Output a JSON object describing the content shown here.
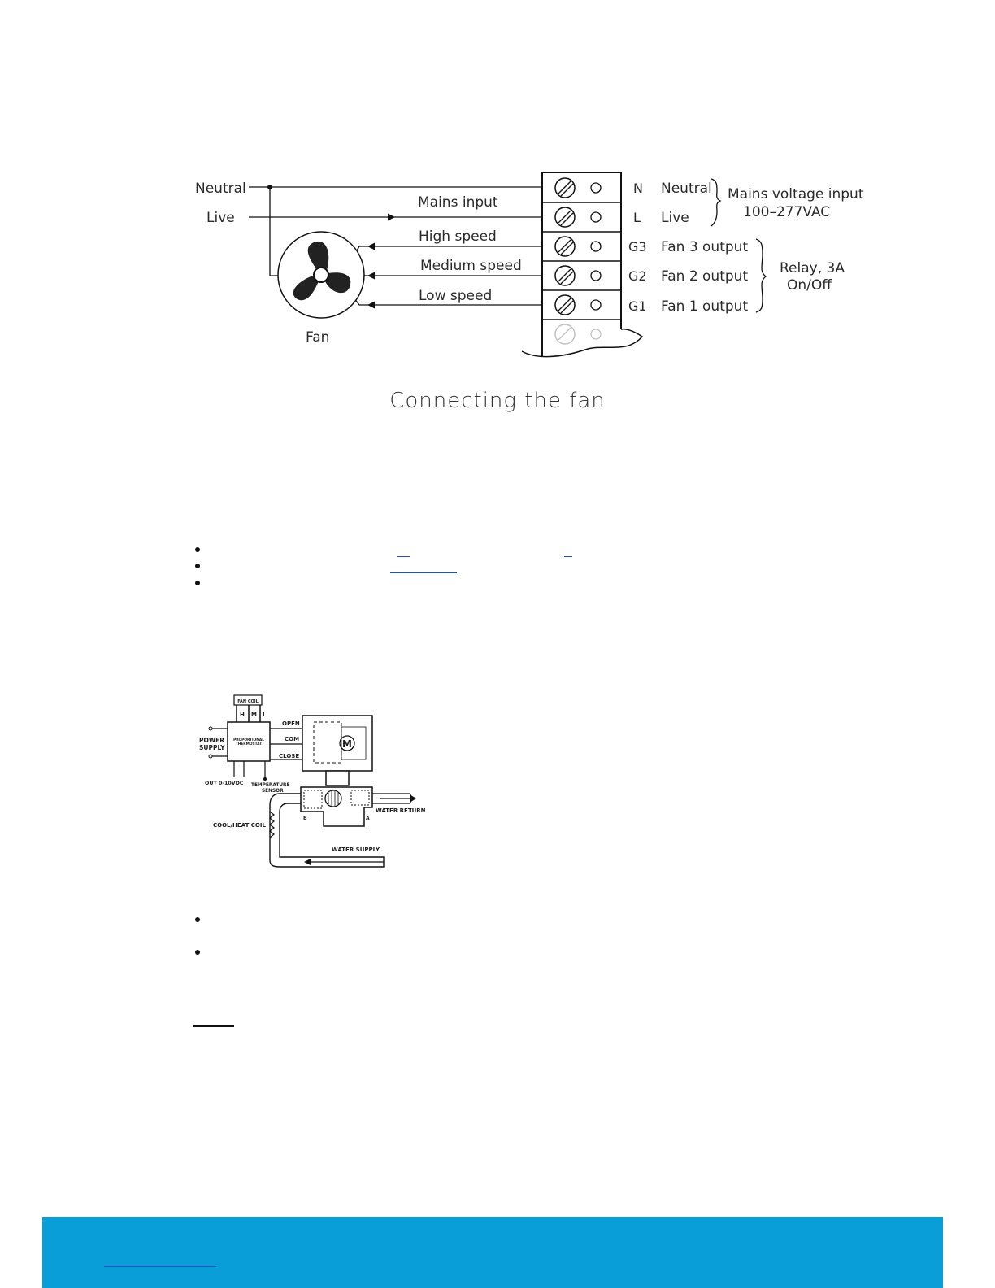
{
  "fan_diagram": {
    "left_labels": {
      "neutral": "Neutral",
      "live": "Live",
      "fan": "Fan"
    },
    "wire_labels": {
      "mains_input": "Mains input",
      "high_speed": "High speed",
      "medium_speed": "Medium speed",
      "low_speed": "Low speed"
    },
    "terminals": [
      {
        "code": "N",
        "name": "Neutral"
      },
      {
        "code": "L",
        "name": "Live"
      },
      {
        "code": "G3",
        "name": "Fan 3 output"
      },
      {
        "code": "G2",
        "name": "Fan 2 output"
      },
      {
        "code": "G1",
        "name": "Fan 1 output"
      }
    ],
    "group_labels": {
      "mains_title": "Mains voltage input",
      "mains_range": "100–277VAC",
      "relay_title": "Relay, 3A",
      "relay_mode": "On/Off"
    },
    "caption": "Connecting the fan"
  },
  "valve_diagram": {
    "fan_coil": "FAN COIL",
    "speeds": [
      "H",
      "M",
      "L"
    ],
    "power_supply_1": "POWER",
    "power_supply_2": "SUPPLY",
    "thermostat_1": "PROPORTIONAL",
    "thermostat_2": "THERMOSTAT",
    "open": "OPEN",
    "com": "COM",
    "close": "CLOSE",
    "motor": "M",
    "out": "OUT 0-10VDC",
    "temp_sensor_1": "TEMPERATURE",
    "temp_sensor_2": "SENSOR",
    "water_return": "WATER RETURN",
    "cool_heat_coil": "COOL/HEAT COIL",
    "port_b": "B",
    "port_a": "A",
    "water_supply": "WATER SUPPLY"
  },
  "colors": {
    "footer": "#0a9ed8",
    "link": "#1a55c8"
  }
}
